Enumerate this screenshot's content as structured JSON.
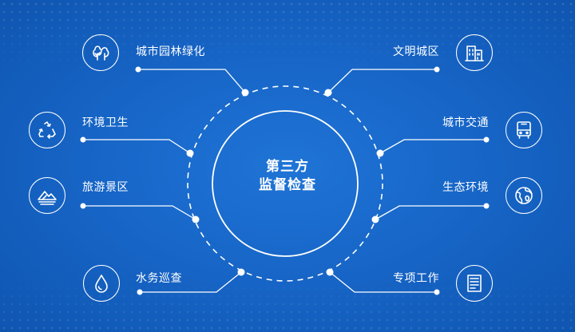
{
  "center": {
    "line1": "第三方",
    "line2": "监督检查"
  },
  "nodes": {
    "landscaping": {
      "label": "城市园林绿化",
      "icon": "tree-icon"
    },
    "sanitation": {
      "label": "环境卫生",
      "icon": "recycle-icon"
    },
    "scenic": {
      "label": "旅游景区",
      "icon": "mountain-icon"
    },
    "water": {
      "label": "水务巡查",
      "icon": "water-drop-icon"
    },
    "civilized": {
      "label": "文明城区",
      "icon": "building-icon"
    },
    "traffic": {
      "label": "城市交通",
      "icon": "bus-icon"
    },
    "ecology": {
      "label": "生态环境",
      "icon": "globe-icon"
    },
    "special": {
      "label": "专项工作",
      "icon": "document-icon"
    }
  },
  "colors": {
    "background": "#1766c8",
    "line": "#ffffff"
  }
}
